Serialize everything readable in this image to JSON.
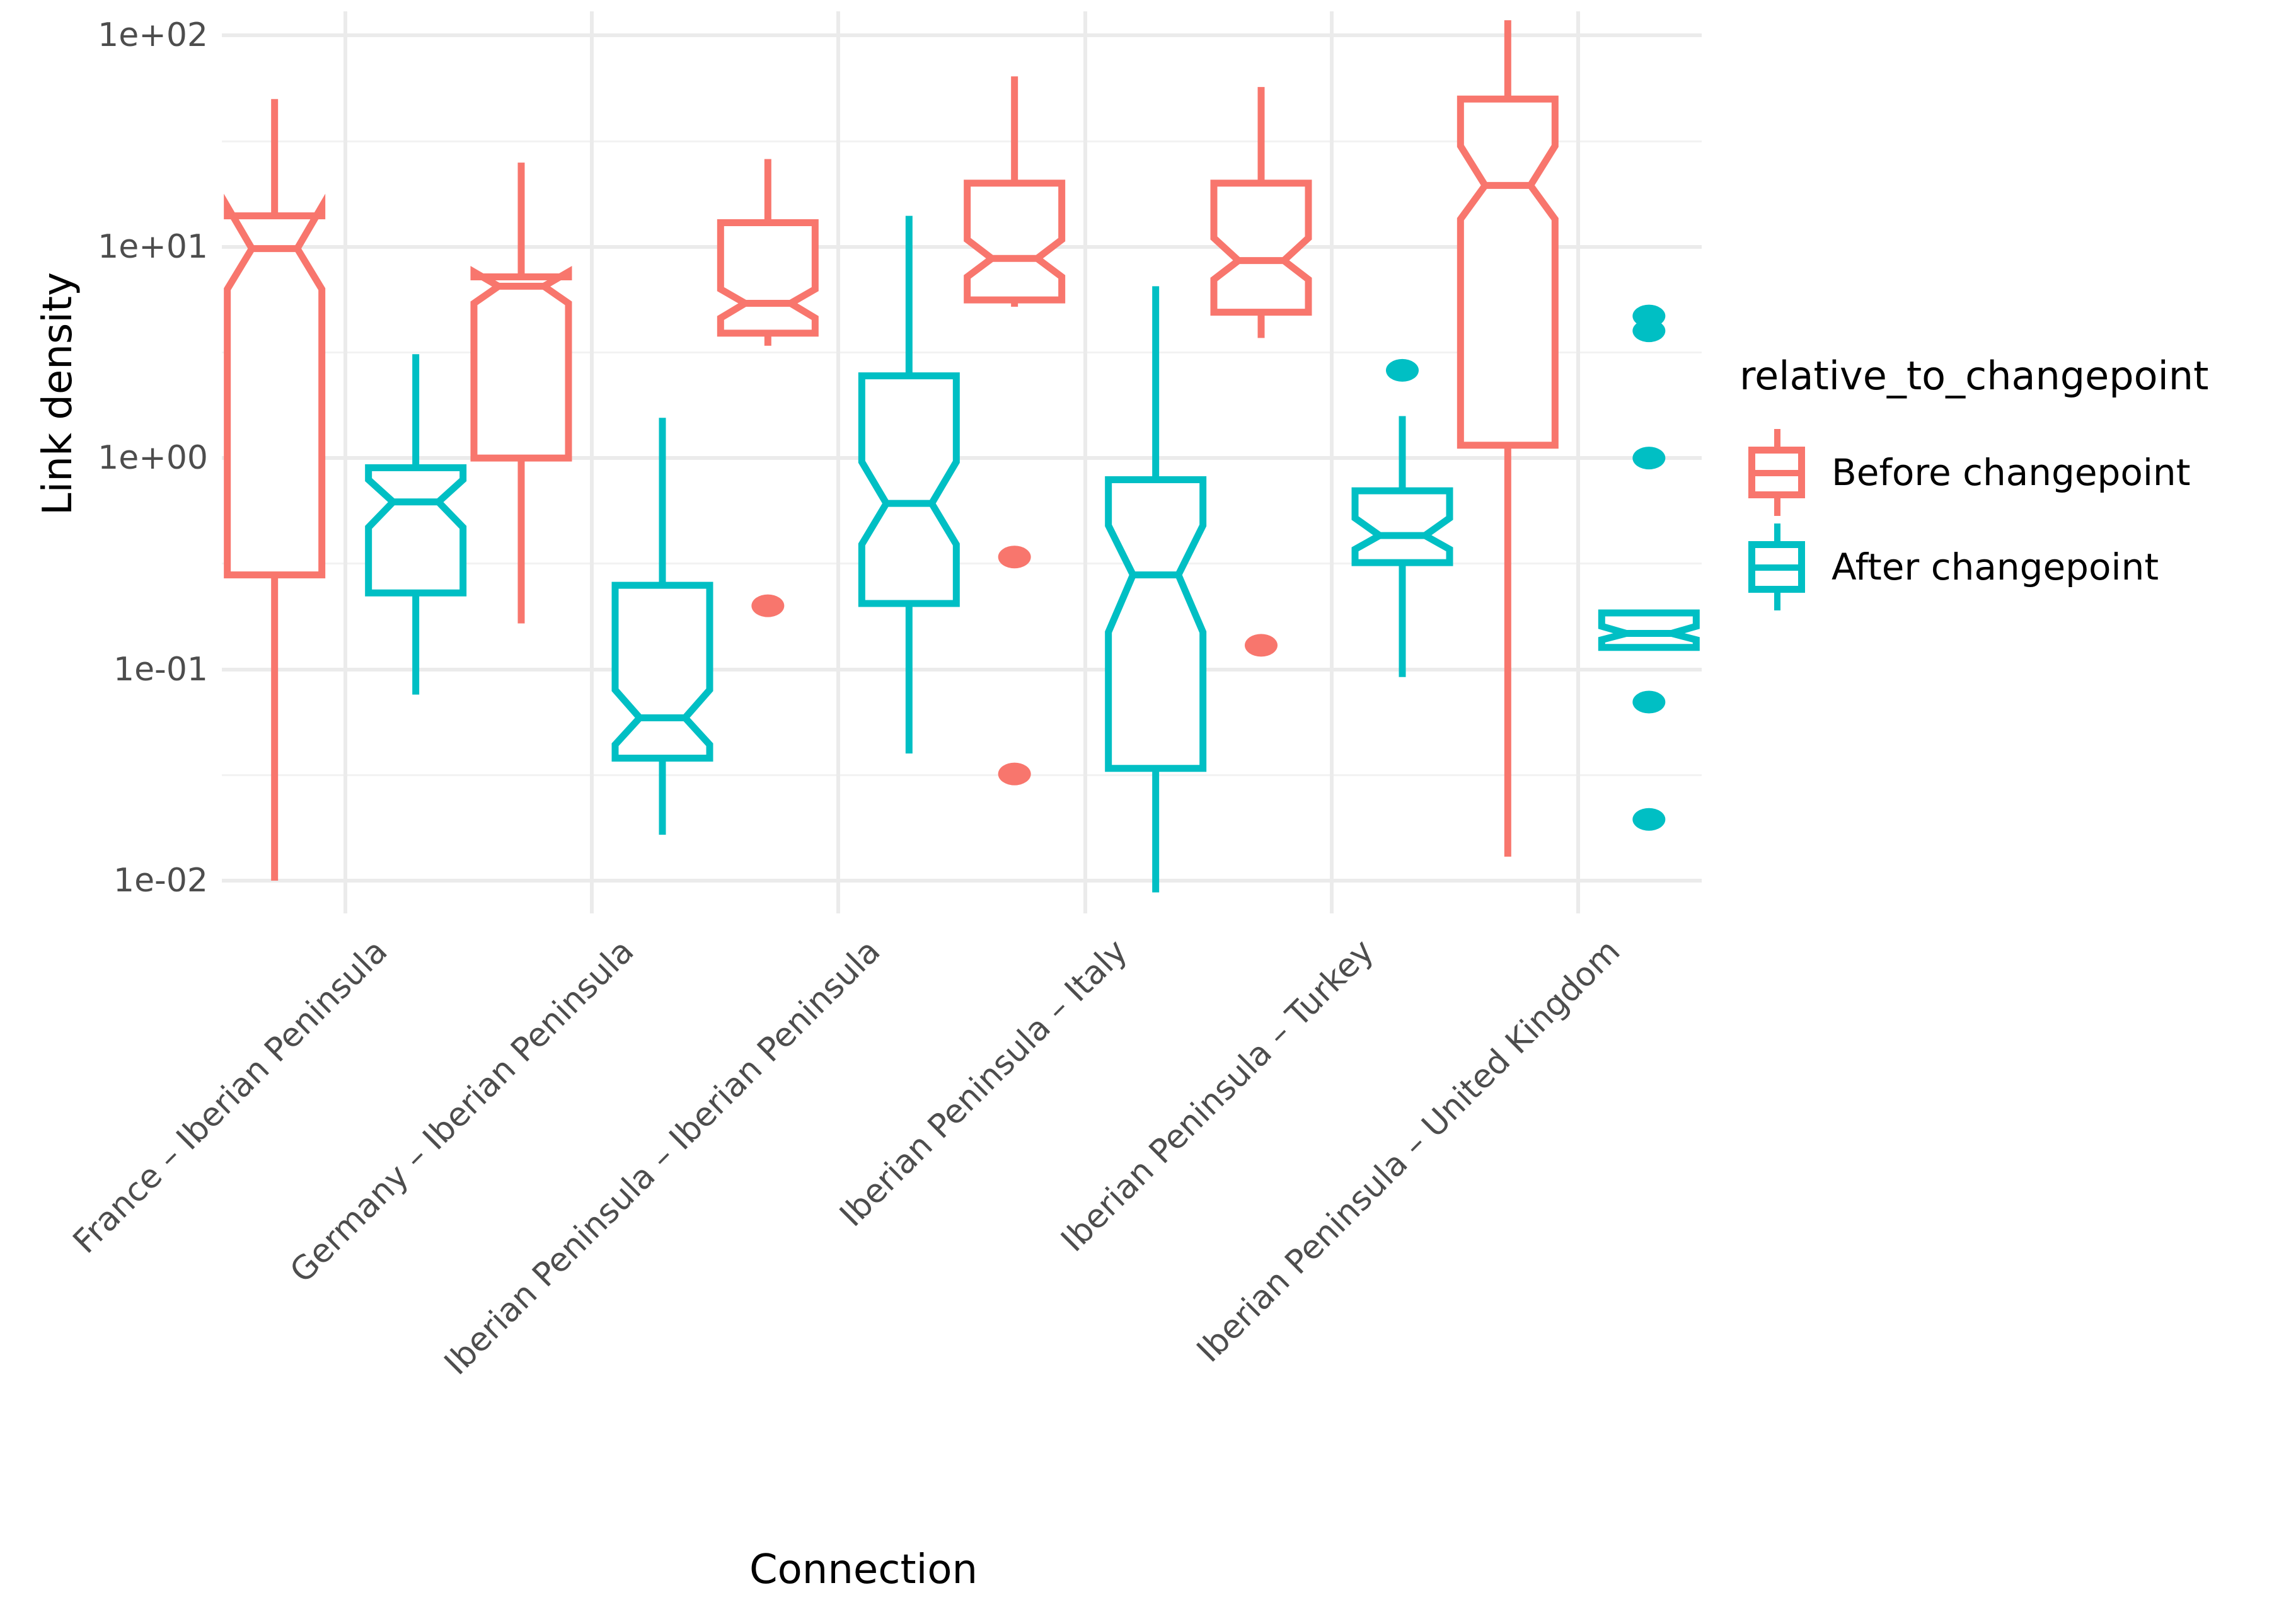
{
  "axis": {
    "y_title": "Link density",
    "x_title": "Connection",
    "y_ticks": [
      "1e+02",
      "1e+01",
      "1e+00",
      "1e-01",
      "1e-02"
    ]
  },
  "legend": {
    "title": "relative_to_changepoint",
    "items": [
      {
        "label": "Before changepoint",
        "color": "#F8766D"
      },
      {
        "label": "After changepoint",
        "color": "#00BFC4"
      }
    ]
  },
  "colors": {
    "before": "#F8766D",
    "after": "#00BFC4",
    "gridline_major": "#ebebeb",
    "gridline_minor": "#f2f2f2",
    "panel_background": "#ffffff",
    "text": "#4d4d4d",
    "title_text": "#000000"
  },
  "chart_data": {
    "type": "boxplot",
    "title": "",
    "xlabel": "Connection",
    "ylabel": "Link density",
    "yscale": "log10",
    "ylim": [
      0.007,
      130
    ],
    "ytick_values": [
      100,
      10,
      1,
      0.1,
      0.01
    ],
    "ytick_labels": [
      "1e+02",
      "1e+01",
      "1e+00",
      "1e-01",
      "1e-02"
    ],
    "grid": "horizontal and vertical, major + minor",
    "legend_position": "right",
    "notched": true,
    "categories": [
      "France – Iberian Peninsula",
      "Germany – Iberian Peninsula",
      "Iberian Peninsula – Iberian Peninsula",
      "Iberian Peninsula – Italy",
      "Iberian Peninsula – Turkey",
      "Iberian Peninsula – United Kingdom"
    ],
    "series": [
      {
        "name": "Before changepoint",
        "color": "#F8766D",
        "boxes": [
          {
            "category": "France – Iberian Peninsula",
            "lower_whisker": 0.01,
            "q1": 0.28,
            "median": 9.8,
            "q3": 14.0,
            "upper_whisker": 50.0,
            "notch_lower": 6.3,
            "notch_upper": 15.5,
            "outliers": []
          },
          {
            "category": "Germany – Iberian Peninsula",
            "lower_whisker": 0.165,
            "q1": 1.0,
            "median": 6.5,
            "q3": 7.2,
            "upper_whisker": 25.0,
            "notch_lower": 5.4,
            "notch_upper": 7.6,
            "outliers": []
          },
          {
            "category": "Iberian Peninsula – Iberian Peninsula",
            "lower_whisker": 3.4,
            "q1": 3.9,
            "median": 5.4,
            "q3": 13.0,
            "upper_whisker": 26.0,
            "notch_lower": 4.6,
            "notch_upper": 6.3,
            "outliers": [
              0.2
            ]
          },
          {
            "category": "Iberian Peninsula – Italy",
            "lower_whisker": 5.2,
            "q1": 5.6,
            "median": 8.8,
            "q3": 20.0,
            "upper_whisker": 64.0,
            "notch_lower": 7.2,
            "notch_upper": 10.8,
            "outliers": [
              0.34,
              0.032
            ]
          },
          {
            "category": "Iberian Peninsula – Turkey",
            "lower_whisker": 3.7,
            "q1": 4.9,
            "median": 8.6,
            "q3": 20.0,
            "upper_whisker": 57.0,
            "notch_lower": 7.0,
            "notch_upper": 11.0,
            "outliers": [
              0.13
            ]
          },
          {
            "category": "Iberian Peninsula – United Kingdom",
            "lower_whisker": 0.013,
            "q1": 1.15,
            "median": 19.5,
            "q3": 50.0,
            "upper_whisker": 118.0,
            "notch_lower": 13.5,
            "notch_upper": 30.0,
            "outliers": []
          }
        ]
      },
      {
        "name": "After changepoint",
        "color": "#00BFC4",
        "boxes": [
          {
            "category": "France – Iberian Peninsula",
            "lower_whisker": 0.076,
            "q1": 0.23,
            "median": 0.62,
            "q3": 0.9,
            "upper_whisker": 3.1,
            "notch_lower": 0.47,
            "notch_upper": 0.79,
            "outliers": []
          },
          {
            "category": "Germany – Iberian Peninsula",
            "lower_whisker": 0.0165,
            "q1": 0.038,
            "median": 0.059,
            "q3": 0.25,
            "upper_whisker": 1.55,
            "notch_lower": 0.044,
            "notch_upper": 0.08,
            "outliers": []
          },
          {
            "category": "Iberian Peninsula – Iberian Peninsula",
            "lower_whisker": 0.04,
            "q1": 0.205,
            "median": 0.61,
            "q3": 2.45,
            "upper_whisker": 14.0,
            "notch_lower": 0.39,
            "notch_upper": 0.96,
            "outliers": []
          },
          {
            "category": "Iberian Peninsula – Italy",
            "lower_whisker": 0.0088,
            "q1": 0.034,
            "median": 0.28,
            "q3": 0.79,
            "upper_whisker": 6.5,
            "notch_lower": 0.15,
            "notch_upper": 0.48,
            "outliers": []
          },
          {
            "category": "Iberian Peninsula – Turkey",
            "lower_whisker": 0.092,
            "q1": 0.32,
            "median": 0.43,
            "q3": 0.7,
            "upper_whisker": 1.58,
            "notch_lower": 0.37,
            "notch_upper": 0.52,
            "outliers": [
              2.6
            ]
          },
          {
            "category": "Iberian Peninsula – United Kingdom",
            "lower_whisker": 0.145,
            "q1": 0.127,
            "median": 0.148,
            "q3": 0.185,
            "upper_whisker": 0.19,
            "notch_lower": 0.138,
            "notch_upper": 0.16,
            "outliers": [
              4.7,
              4.0,
              1.0,
              0.07,
              0.0195
            ]
          }
        ]
      }
    ]
  }
}
